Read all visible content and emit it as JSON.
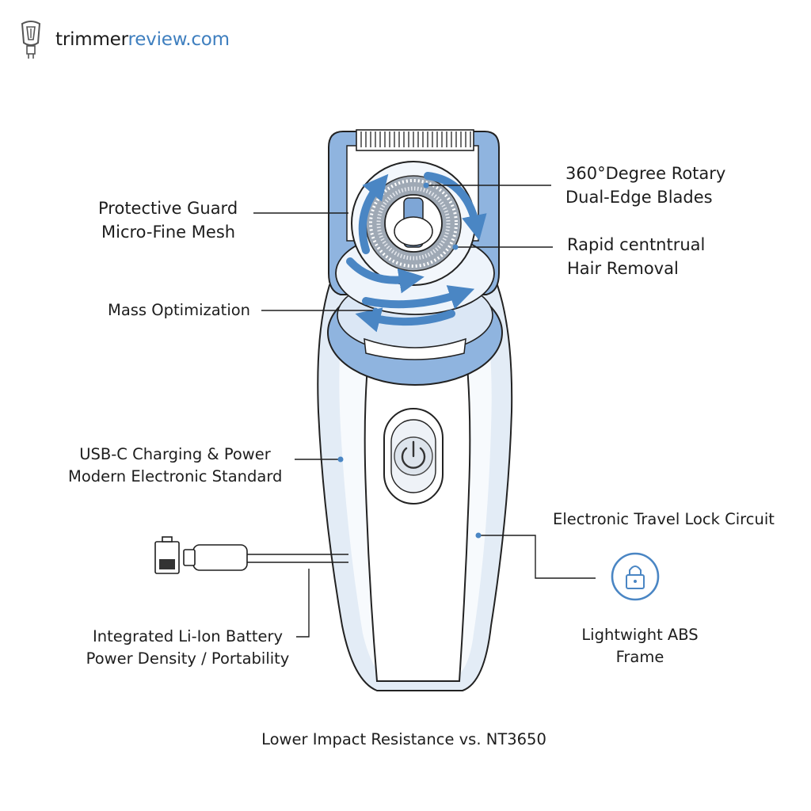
{
  "brand": {
    "name_dark": "trimmer",
    "name_accent": "review.com",
    "logo_icon": "trimmer-logo-icon"
  },
  "colors": {
    "accent": "#3f7fbf",
    "body_light": "#e6eef8",
    "line": "#1f1f1f"
  },
  "labels": {
    "rotary": [
      "360°Degree Rotary",
      "Dual-Edge Blades"
    ],
    "guard": [
      "Protective Guard",
      "Micro-Fine Mesh"
    ],
    "rapid": [
      "Rapid centntrual",
      "Hair Removal"
    ],
    "mass": "Mass Optimization",
    "usb": [
      "USB-C Charging & Power",
      "Modern Electronic Standard"
    ],
    "lock": "Electronic Travel Lock Circuit",
    "battery": [
      "Integrated Li-Ion Battery",
      "Power Density / Portability"
    ],
    "frame": [
      "Lightwight ABS",
      "Frame"
    ],
    "footer": "Lower Impact Resistance vs. NT3650"
  },
  "icons": [
    "power-icon",
    "lock-icon",
    "battery-icon",
    "usb-plug-icon",
    "rotation-arrows-icon"
  ]
}
